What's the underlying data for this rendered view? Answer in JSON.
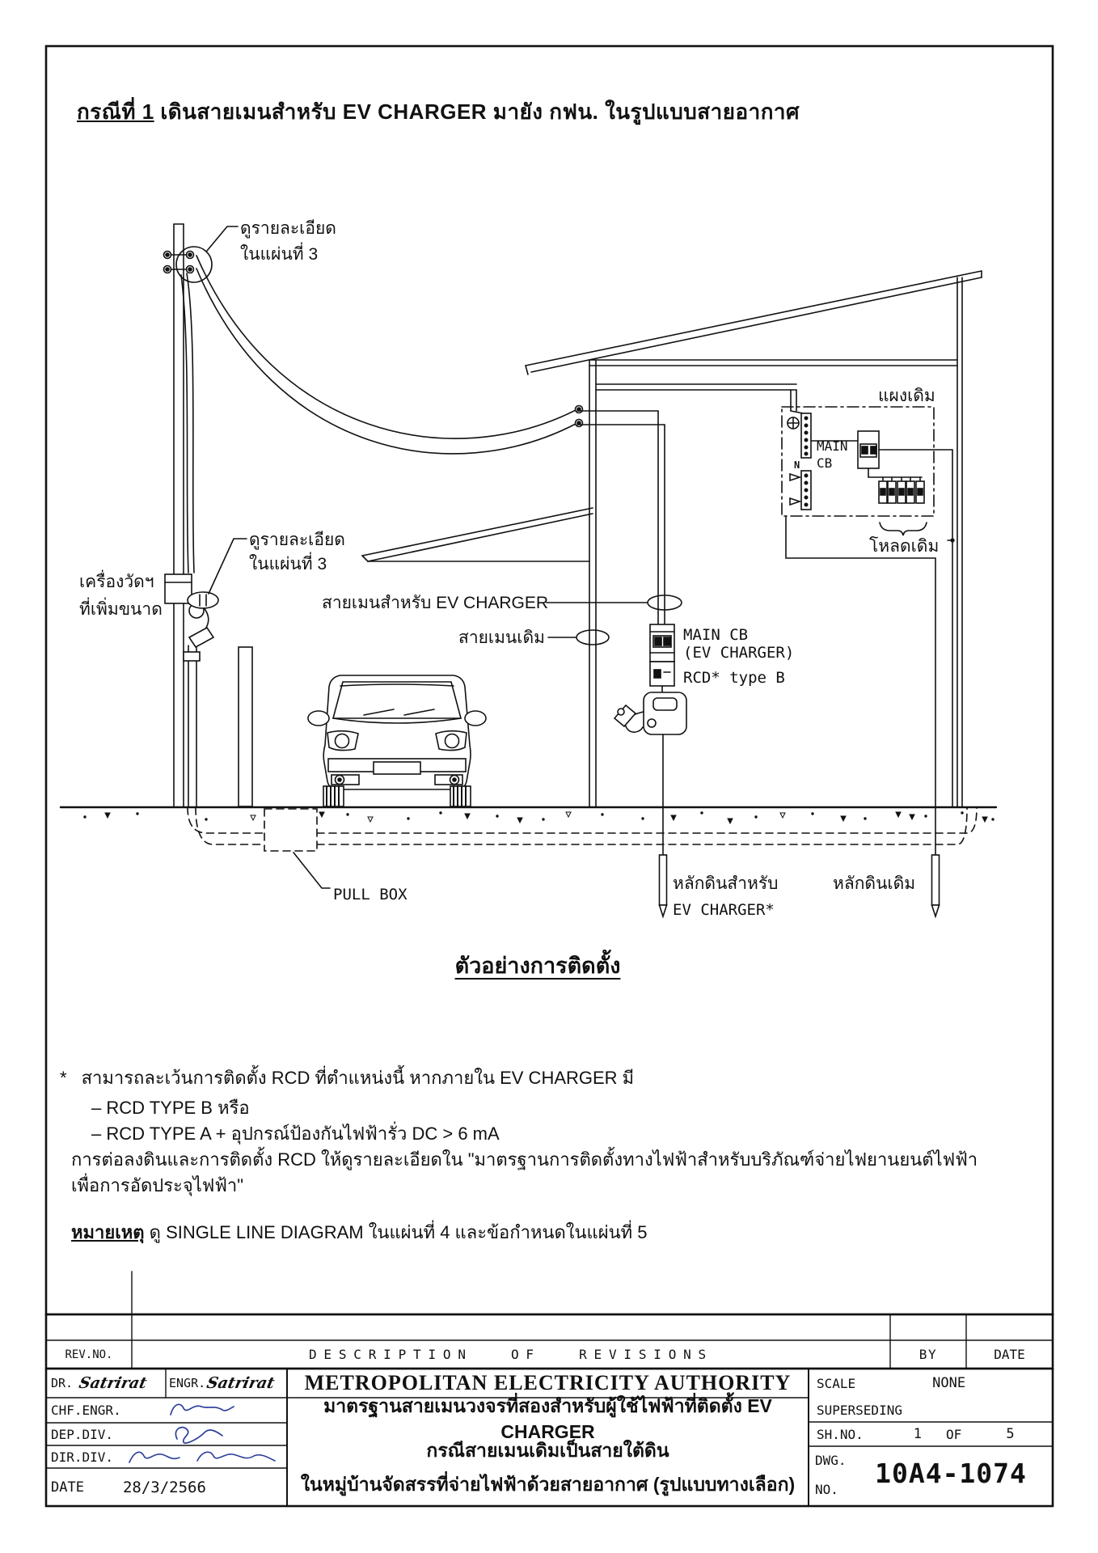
{
  "header": {
    "case_label": "กรณีที่ 1",
    "title_rest": " เดินสายเมนสำหรับ EV CHARGER  มายัง  กฟน.  ในรูปแบบสายอากาศ"
  },
  "diagram": {
    "detail_note_top": {
      "line1": "ดูรายละเอียด",
      "line2": "ในแผ่นที่ 3"
    },
    "detail_note_meter": {
      "line1": "ดูรายละเอียด",
      "line2": "ในแผ่นที่ 3"
    },
    "meter_label": {
      "line1": "เครื่องวัดฯ",
      "line2": "ที่เพิ่มขนาด"
    },
    "ev_main_label": "สายเมนสำหรับ EV CHARGER",
    "old_main_label": "สายเมนเดิม",
    "main_cb_ev": {
      "line1": "MAIN CB",
      "line2": "(EV CHARGER)"
    },
    "rcd_label": "RCD* type B",
    "panel_label": "แผงเดิม",
    "main_cb": {
      "line1": "MAIN",
      "line2": "CB"
    },
    "neutral_label": "N",
    "load_label": "โหลดเดิม",
    "pull_box_label": "PULL BOX",
    "ground_ev": {
      "line1": "หลักดินสำหรับ",
      "line2": "EV CHARGER*"
    },
    "ground_old_label": "หลักดินเดิม",
    "caption": "ตัวอย่างการติดตั้ง"
  },
  "notes": {
    "star": "*",
    "line1": "สามารถละเว้นการติดตั้ง RCD  ที่ตำแหน่งนี้  หากภายใน EV CHARGER  มี",
    "item1": "–  RCD TYPE B  หรือ",
    "item2": "–  RCD TYPE A +  อุปกรณ์ป้องกันไฟฟ้ารั่ว DC > 6 mA",
    "line2": "การต่อลงดินและการติดตั้ง RCD  ให้ดูรายละเอียดใน \"มาตรฐานการติดตั้งทางไฟฟ้าสำหรับบริภัณฑ์จ่ายไฟยานยนต์ไฟฟ้า",
    "line3": "เพื่อการอัดประจุไฟฟ้า\"",
    "remark_label": "หมายเหตุ",
    "remark_text": " ดู SINGLE LINE DIAGRAM  ในแผ่นที่ 4  และข้อกำหนดในแผ่นที่ 5"
  },
  "titleblock": {
    "rev_no": "REV.NO.",
    "description": "DESCRIPTION OF REVISIONS",
    "by": "BY",
    "date_col": "DATE",
    "dr_label": "DR.",
    "dr_sig": "Satrirat",
    "engr_label": "ENGR.",
    "engr_sig": "Satrirat",
    "chf_label": "CHF.ENGR.",
    "dep_label": "DEP.DIV.",
    "dir_label": "DIR.DIV.",
    "date_label": "DATE",
    "date_value": "28/3/2566",
    "authority": "METROPOLITAN  ELECTRICITY  AUTHORITY",
    "thai_line1": "มาตรฐานสายเมนวงจรที่สองสำหรับผู้ใช้ไฟฟ้าที่ติดตั้ง EV CHARGER",
    "thai_line2": "กรณีสายเมนเดิมเป็นสายใต้ดิน",
    "thai_line3": "ในหมู่บ้านจัดสรรที่จ่ายไฟฟ้าด้วยสายอากาศ (รูปแบบทางเลือก)",
    "scale_label": "SCALE",
    "scale_value": "NONE",
    "superseding_label": "SUPERSEDING",
    "shno_label": "SH.NO.",
    "sh_current": "1",
    "of_label": "OF",
    "sh_total": "5",
    "dwg_label": "DWG.",
    "no_label": "NO.",
    "dwg_no": "10A4-1074"
  },
  "colors": {
    "ink": "#111111",
    "paper": "#ffffff",
    "signature_ink": "#2b3f9b"
  }
}
